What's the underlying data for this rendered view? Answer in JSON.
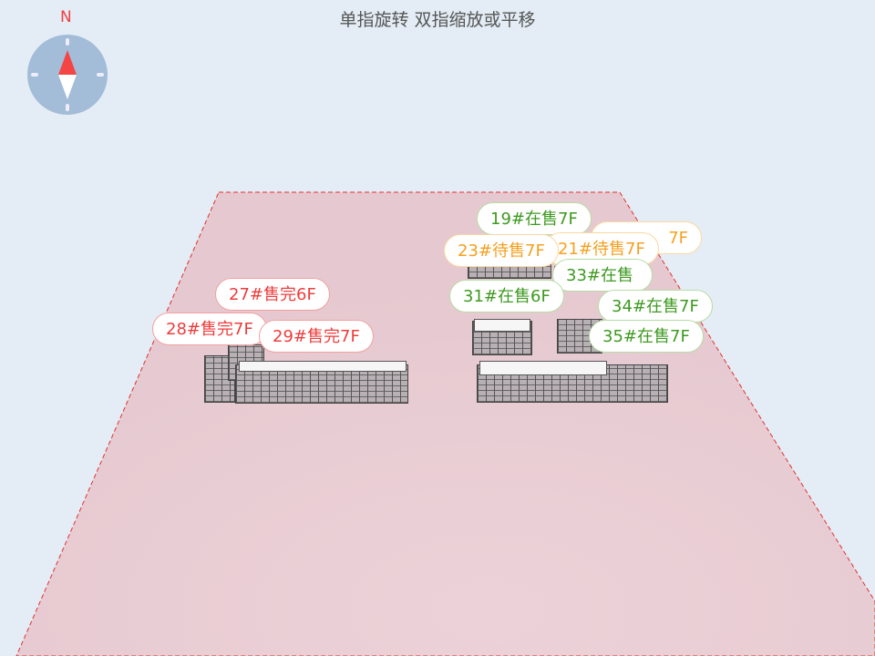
{
  "hint": "单指旋转 双指缩放或平移",
  "compass": {
    "north_label": "N",
    "icon": "compass-icon"
  },
  "colors": {
    "sold": "#ee3c3c",
    "waiting": "#f5a020",
    "on_sale": "#3e9a20",
    "plane": "#e8ccd3",
    "background": "#e4edf5"
  },
  "labels": {
    "b27": "27#售完6F",
    "b28": "28#售完7F",
    "b29": "29#售完7F",
    "b19": "19#在售7F",
    "hidden_wait": "7F",
    "b23": "23#待售7F",
    "b21": "21#待售7F",
    "b33": "33#在售",
    "b31": "31#在售6F",
    "b34": "34#在售7F",
    "b35": "35#在售7F"
  }
}
